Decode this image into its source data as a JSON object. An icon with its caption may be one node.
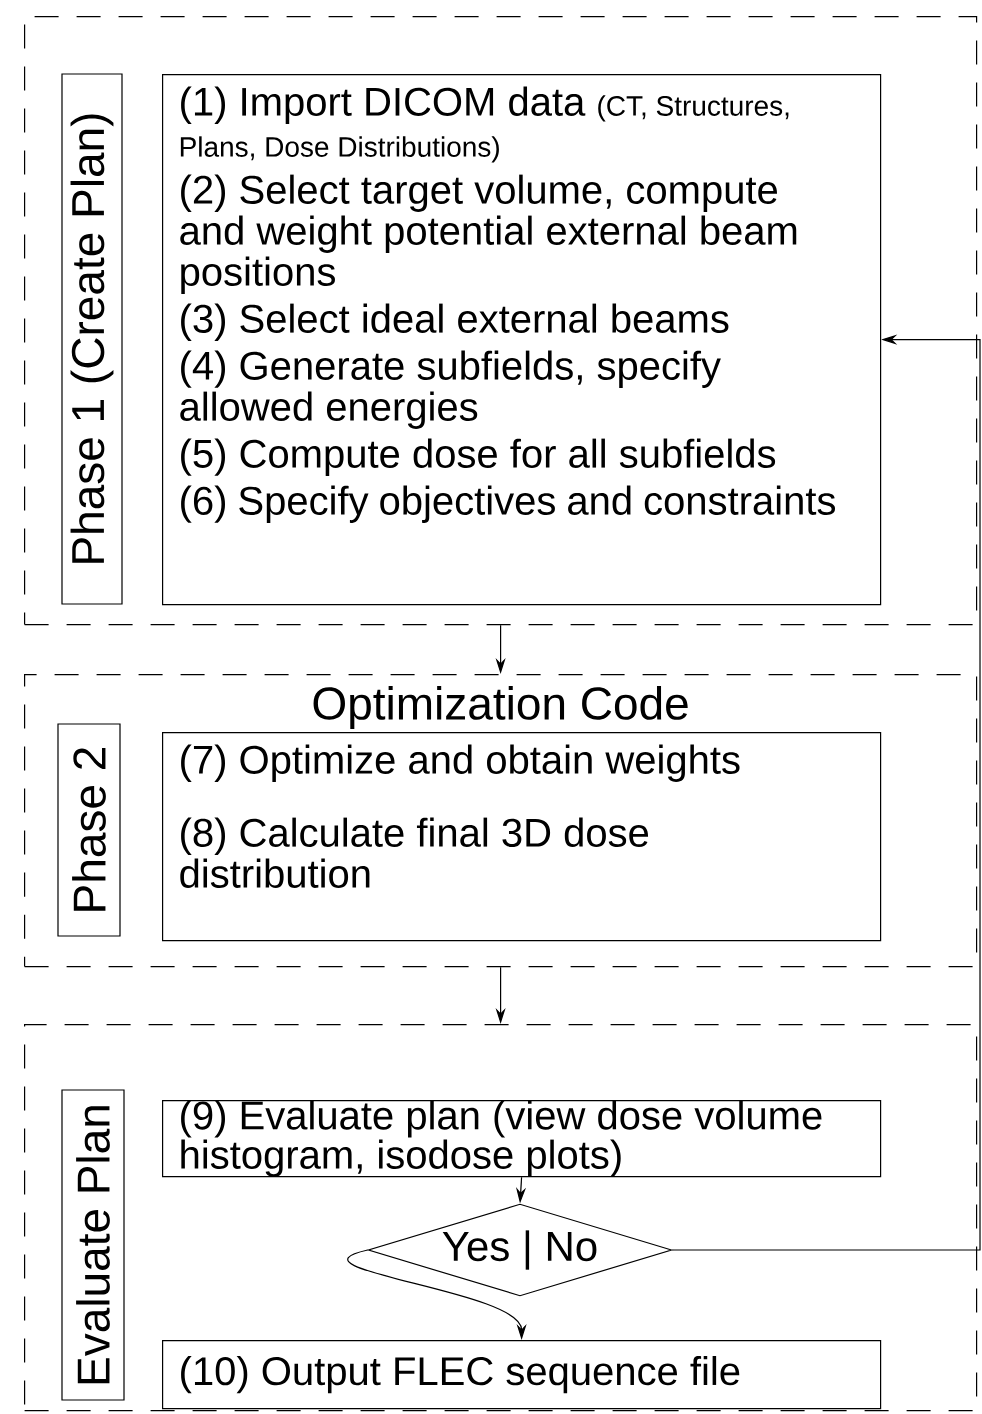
{
  "diagram": {
    "nodes": [
      {
        "text": [],
        "shape": "box"
      },
      {
        "text": [
          "Phase 1 (Create Plan)"
        ],
        "in": 0
      },
      {
        "text": [
          "(1) Import DICOM data",
          "(CT, Structures, Plans, Dose Distributions)",
          "(2) Select target volume, compute and weight potential external beam positions",
          "(3) Select ideal external beams",
          "(4) Generate subfields, specify allowed energies",
          "(5) Compute dose for all subfields",
          "(6) Specify objectives and constraints"
        ],
        "in": 0
      },
      {
        "text": [
          "Optimization Code"
        ]
      },
      {
        "text": [
          "Phase 2"
        ],
        "in": 3
      },
      {
        "text": [
          "(7) Optimize and obtain weights",
          "(8) Calculate final 3D dose distribution"
        ],
        "in": 3
      },
      {
        "text": [],
        "shape": "box"
      },
      {
        "text": [
          "Evaluate Plan"
        ],
        "in": 6
      },
      {
        "text": [
          "(9) Evaluate plan (view dose volume histogram, isodose plots)"
        ],
        "in": 6
      },
      {
        "text": [
          "Yes | No"
        ],
        "in": 6
      },
      {
        "text": [
          "(10) Output FLEC sequence file"
        ],
        "in": 6
      }
    ],
    "edges": [
      {
        "from": 0,
        "to": 3,
        "arrow": "to"
      },
      {
        "from": 3,
        "to": 6,
        "arrow": "to"
      },
      {
        "from": 8,
        "to": 9,
        "arrow": "to"
      },
      {
        "from": 9,
        "to": 10,
        "arrow": "to"
      },
      {
        "from": 9,
        "to": 2,
        "arrow": "to"
      }
    ]
  }
}
